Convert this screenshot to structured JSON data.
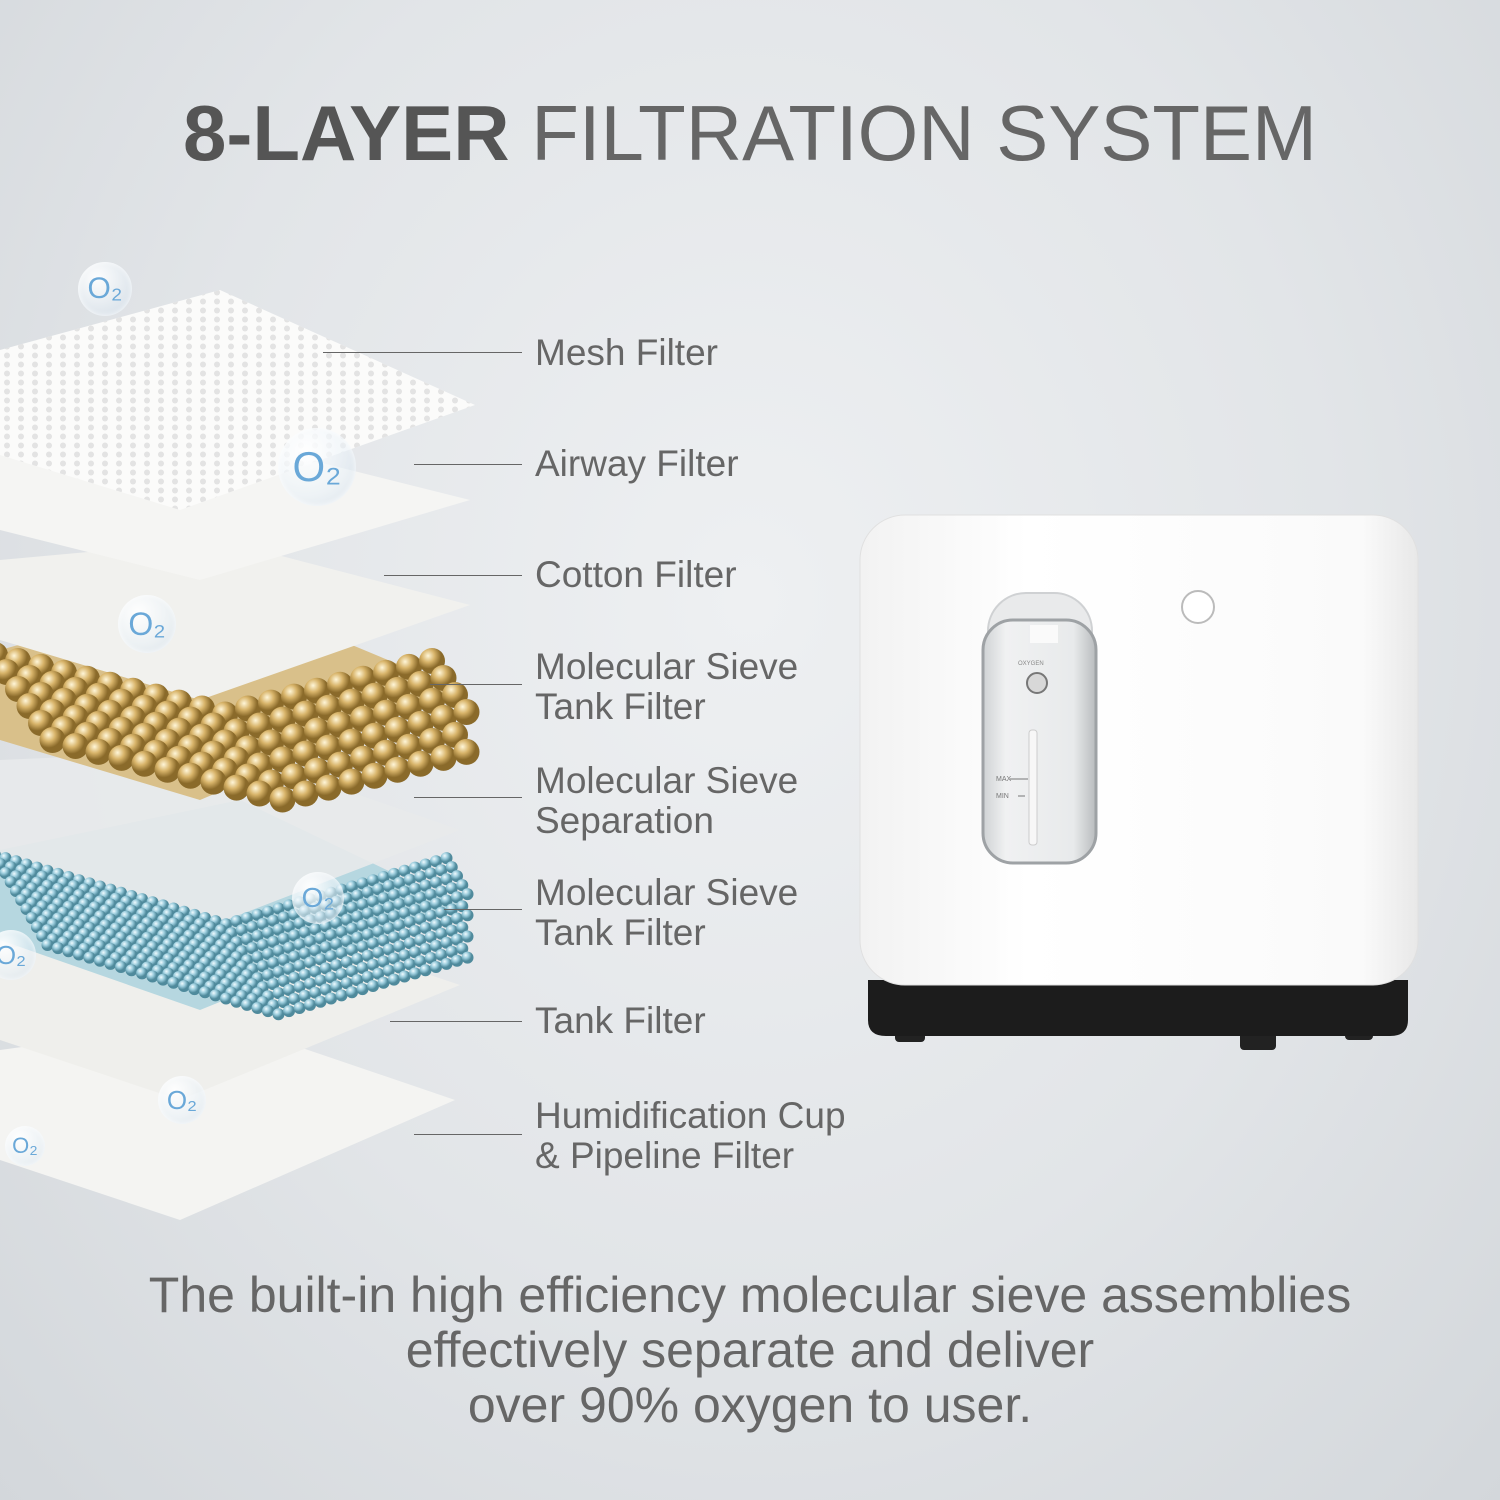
{
  "title": {
    "bold": "8-LAYER",
    "light": "FILTRATION SYSTEM"
  },
  "layers": [
    {
      "label1": "Mesh Filter",
      "label2": ""
    },
    {
      "label1": "Airway Filter",
      "label2": ""
    },
    {
      "label1": "Cotton Filter",
      "label2": ""
    },
    {
      "label1": "Molecular Sieve",
      "label2": "Tank Filter"
    },
    {
      "label1": "Molecular Sieve",
      "label2": "Separation"
    },
    {
      "label1": "Molecular Sieve",
      "label2": "Tank Filter"
    },
    {
      "label1": "Tank Filter",
      "label2": ""
    },
    {
      "label1": "Humidification Cup",
      "label2": "& Pipeline Filter"
    }
  ],
  "o2_label": "O₂",
  "device": {
    "cup_text": "OXYGEN",
    "max": "MAX",
    "min": "MIN"
  },
  "colors": {
    "gold": "#c9a45a",
    "blue": "#8cc3d6",
    "o2": "#6aa8d8"
  },
  "bottom_text": {
    "line1": "The built-in high efficiency molecular sieve assemblies",
    "line2": "effectively separate and deliver",
    "line3": "over 90% oxygen to user."
  }
}
